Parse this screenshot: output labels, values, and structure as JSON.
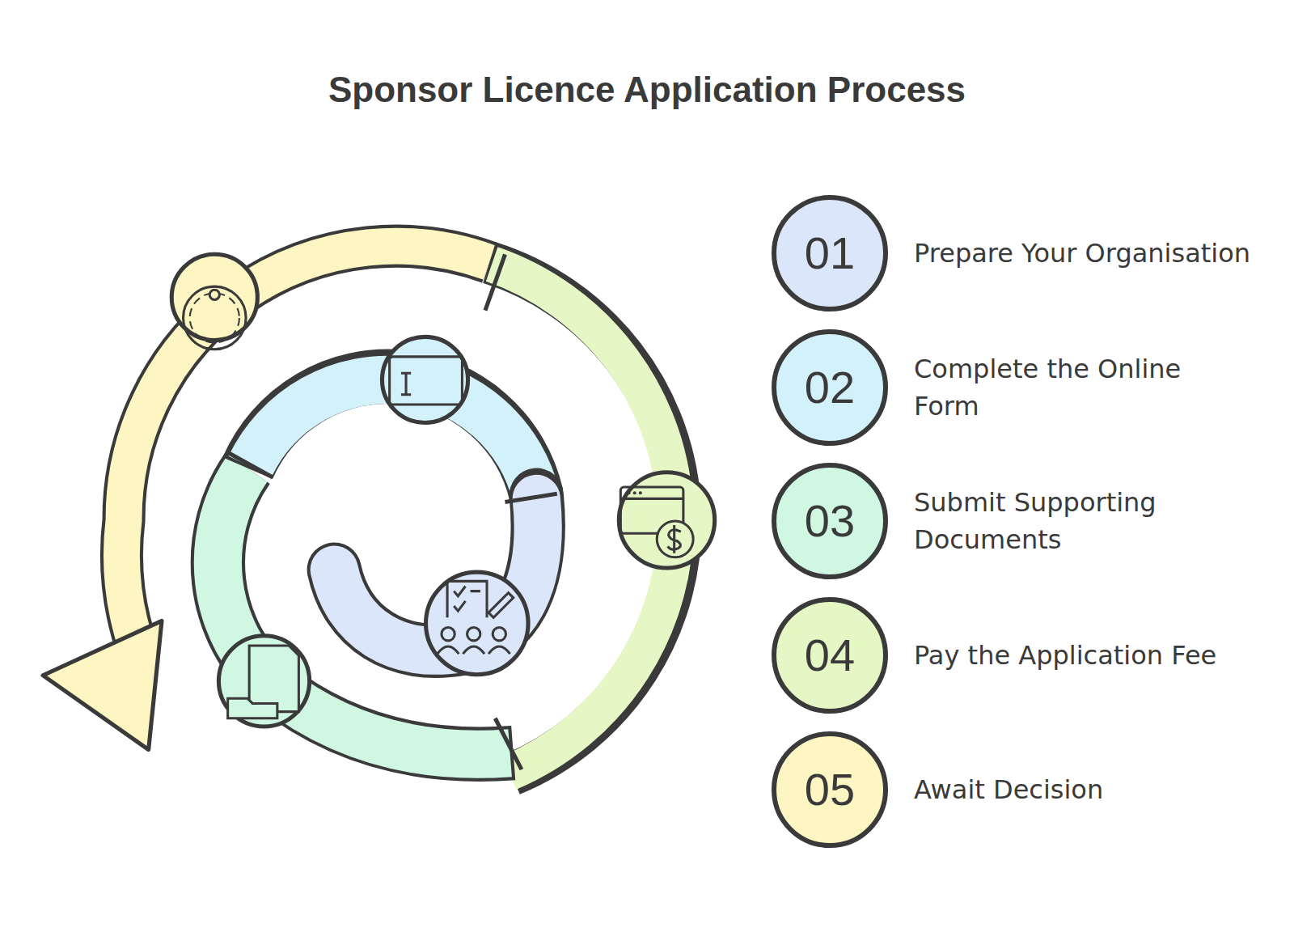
{
  "diagram": {
    "title": "Sponsor Licence Application Process",
    "nodes": [
      {
        "text": [
          "01",
          "Prepare Your Organisation"
        ]
      },
      {
        "text": [
          "02",
          "Complete the Online Form"
        ]
      },
      {
        "text": [
          "03",
          "Submit Supporting Documents"
        ]
      },
      {
        "text": [
          "04",
          "Pay the Application Fee"
        ]
      },
      {
        "text": [
          "05",
          "Await Decision"
        ]
      }
    ]
  }
}
